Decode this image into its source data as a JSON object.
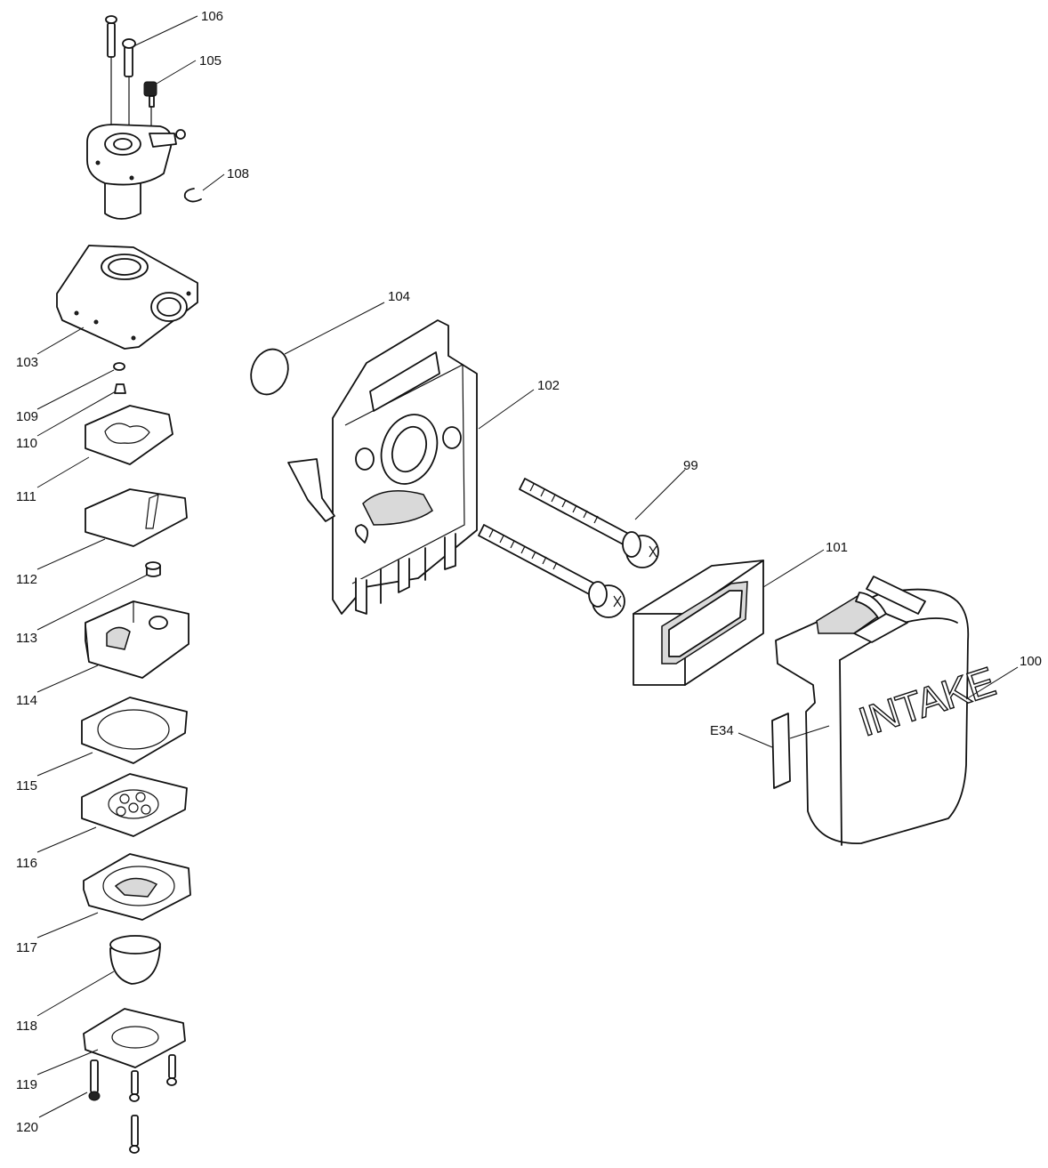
{
  "labels": {
    "p99": "99",
    "p100": "100",
    "p101": "101",
    "p102": "102",
    "p103": "103",
    "p104": "104",
    "p105": "105",
    "p106": "106",
    "p108": "108",
    "p109": "109",
    "p110": "110",
    "p111": "111",
    "p112": "112",
    "p113": "113",
    "p114": "114",
    "p115": "115",
    "p116": "116",
    "p117": "117",
    "p118": "118",
    "p119": "119",
    "p120": "120",
    "e34": "E34"
  },
  "cover_text": "INTAKE"
}
